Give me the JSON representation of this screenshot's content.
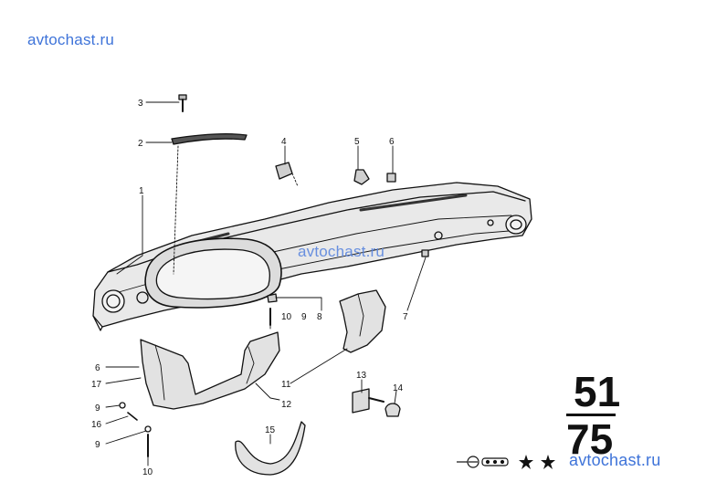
{
  "watermarks": {
    "top": "avtochast.ru",
    "middle": "avtochast.ru",
    "bottom": "avtochast.ru"
  },
  "group_number": {
    "top": "51",
    "bottom": "75"
  },
  "callouts": {
    "c1": "1",
    "c2": "2",
    "c3": "3",
    "c4": "4",
    "c5": "5",
    "c6a": "6",
    "c6b": "6",
    "c7": "7",
    "c8": "8",
    "c9a": "9",
    "c9b": "9",
    "c9c": "9",
    "c10a": "10",
    "c10b": "10",
    "c11": "11",
    "c12": "12",
    "c13": "13",
    "c14": "14",
    "c15": "15",
    "c16": "16",
    "c17": "17"
  },
  "icons": [
    "model-badge-icon",
    "star-icon",
    "star-icon"
  ],
  "colors": {
    "ink": "#111111",
    "watermark": "#3f74d9"
  }
}
